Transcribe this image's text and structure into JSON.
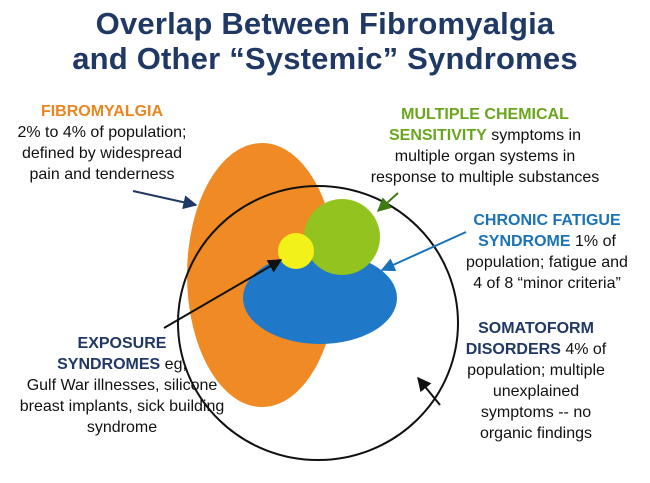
{
  "title": {
    "line1": "Overlap Between Fibromyalgia",
    "line2": "and Other “Systemic” Syndromes"
  },
  "colors": {
    "title": "#1f3864",
    "fibromyalgia": "#f08a24",
    "multiple_chemical_sensitivity": "#92c31f",
    "chronic_fatigue": "#1f78c8",
    "exposure": "#f2f21a",
    "somatoform_outline": "#111111"
  },
  "fibromyalgia": {
    "heading": "FIBROMYALGIA",
    "lines": [
      "2% to 4% of population;",
      "defined by widespread",
      "pain and tenderness"
    ]
  },
  "mcs": {
    "heading1": "MULTIPLE CHEMICAL",
    "heading2": "SENSITIVITY",
    "line2_tail": " symptoms in",
    "lines": [
      "multiple organ systems in",
      "response to multiple substances"
    ]
  },
  "cfs": {
    "heading1": "CHRONIC FATIGUE",
    "heading2": "SYNDROME",
    "line2_tail": " 1% of",
    "lines": [
      "population; fatigue and",
      "4 of 8 “minor criteria”"
    ]
  },
  "exposure": {
    "heading1": "EXPOSURE",
    "heading2": "SYNDROMES",
    "line2_tail": " eg,",
    "lines": [
      "Gulf War illnesses, silicone",
      "breast implants, sick building",
      "syndrome"
    ]
  },
  "somatoform": {
    "heading1": "SOMATOFORM",
    "heading2": "DISORDERS",
    "line2_tail": " 4% of",
    "lines": [
      "population; multiple",
      "unexplained",
      "symptoms -- no",
      "organic findings"
    ]
  }
}
